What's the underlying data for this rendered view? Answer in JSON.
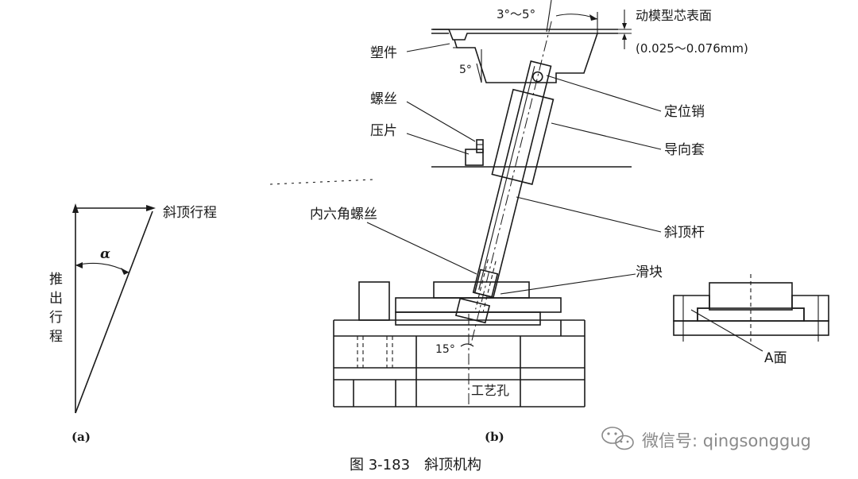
{
  "fig_a": {
    "label": "(a)",
    "stroke_label": "斜顶行程",
    "eject_label": [
      "推",
      "出",
      "行",
      "程"
    ],
    "angle_symbol": "α"
  },
  "fig_b": {
    "label": "(b)",
    "angle_top": "3°～5°",
    "angle_5": "5°",
    "angle_15": "15°",
    "core_surface": "动模型芯表面",
    "offset": "(0.025～0.076mm)",
    "part": "塑件",
    "screw": "螺丝",
    "plate": "压片",
    "pin": "定位销",
    "guide": "导向套",
    "hex_screw": "内六角螺丝",
    "lifter": "斜顶杆",
    "slider": "滑块",
    "hole": "工艺孔",
    "face_a": "A面"
  },
  "caption": "图 3-183　斜顶机构",
  "watermark": "微信号: qingsonggug"
}
